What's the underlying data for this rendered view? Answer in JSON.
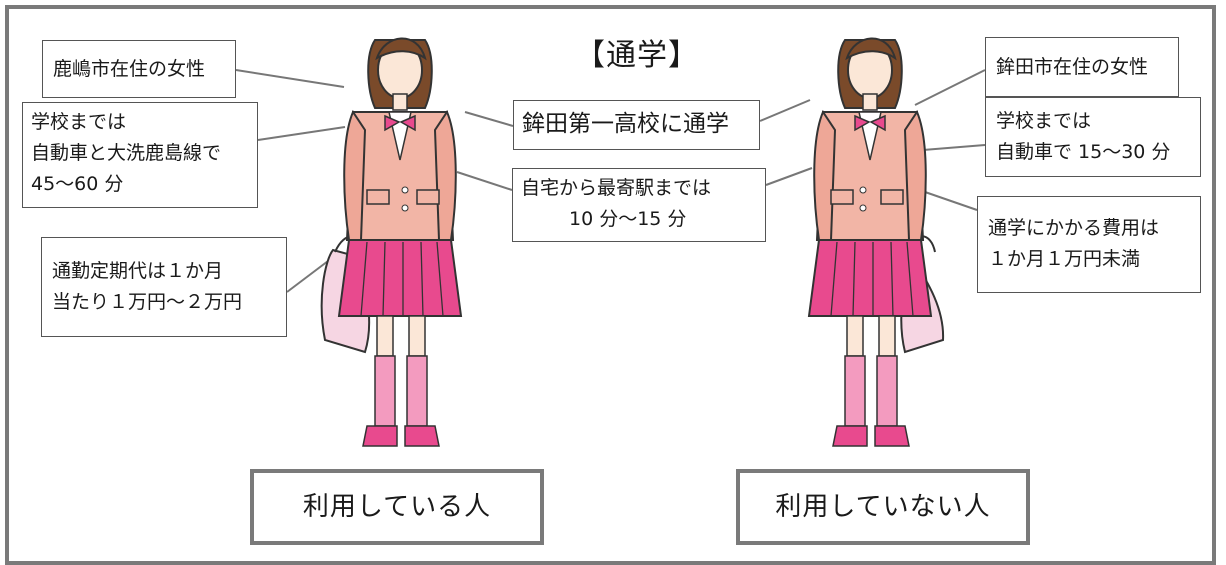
{
  "title": "【通学】",
  "center": {
    "school": "鉾田第一高校に通学",
    "home_station": [
      "自宅から最寄駅までは",
      "10 分〜15 分"
    ]
  },
  "left": {
    "resident": "鹿嶋市在住の女性",
    "commute": [
      "学校までは",
      "自動車と大洗鹿島線で",
      "45〜60 分"
    ],
    "pass_cost": [
      "通勤定期代は１か月",
      "当たり１万円〜２万円"
    ],
    "caption": "利用している人"
  },
  "right": {
    "resident": "鉾田市在住の女性",
    "commute": [
      "学校までは",
      "自動車で 15〜30 分"
    ],
    "cost": [
      "通学にかかる費用は",
      "１か月１万円未満"
    ],
    "caption": "利用していない人"
  }
}
